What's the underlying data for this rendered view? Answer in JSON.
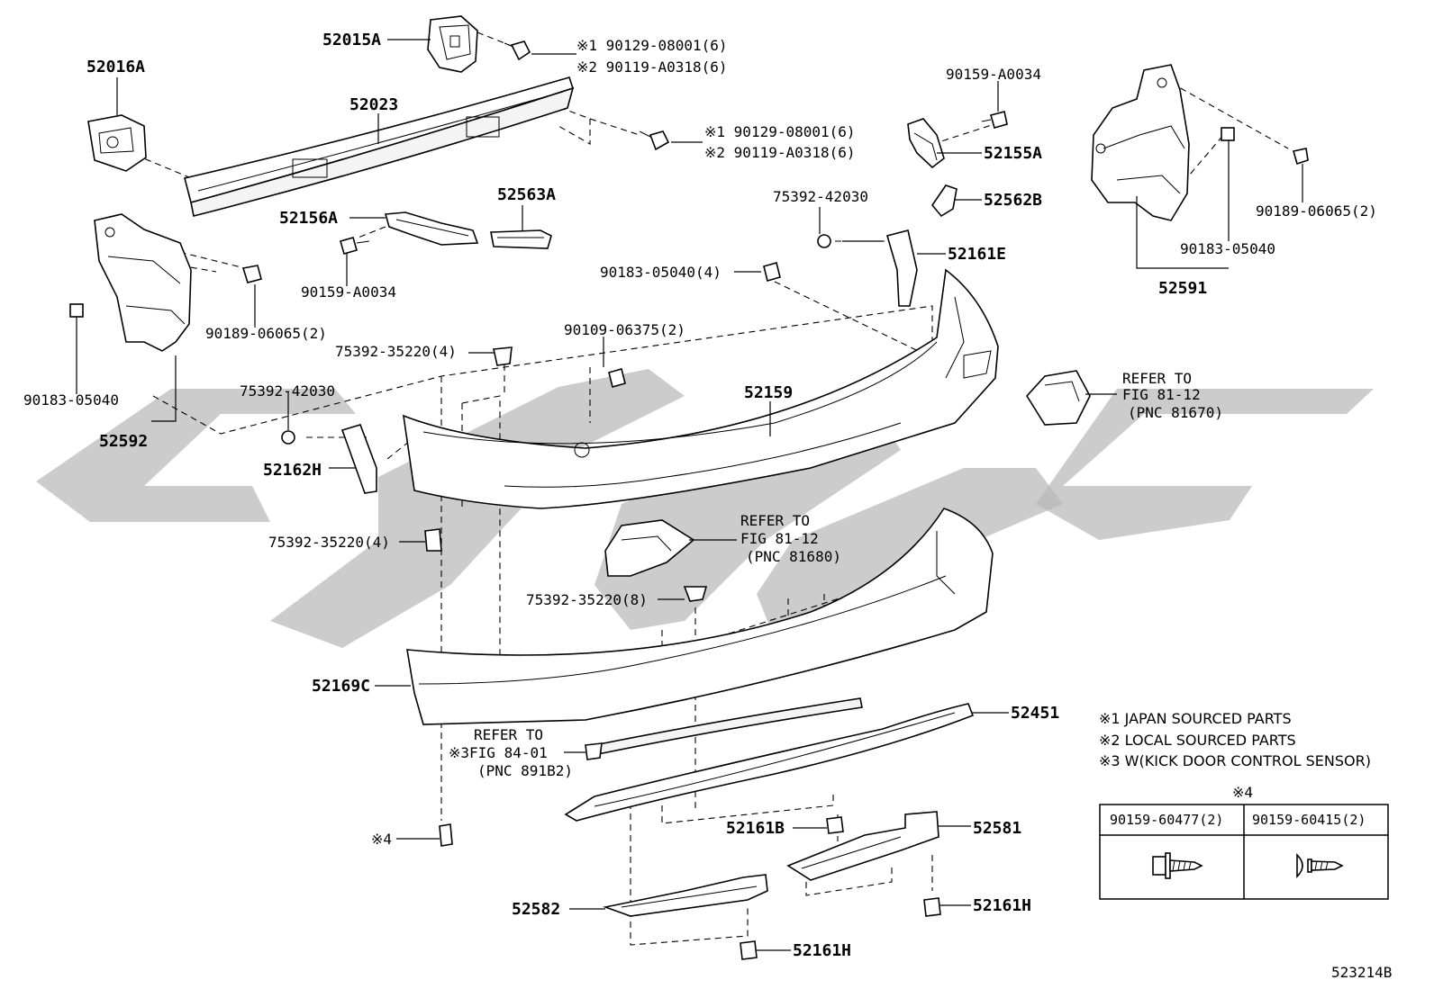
{
  "diagram_id": "523214B",
  "labels": {
    "p52015A": "52015A",
    "p52016A": "52016A",
    "p52023": "52023",
    "p52156A": "52156A",
    "p52563A": "52563A",
    "p52592": "52592",
    "p52591": "52591",
    "p52155A": "52155A",
    "p52562B": "52562B",
    "p52161E": "52161E",
    "p52162H": "52162H",
    "p52159": "52159",
    "p52169C": "52169C",
    "p52451": "52451",
    "p52161B": "52161B",
    "p52581": "52581",
    "p52582": "52582",
    "p52161H_right": "52161H",
    "p52161H_bottom": "52161H"
  },
  "fasteners": {
    "top_bolt_1": "※1 90129-08001(6)",
    "top_bolt_2": "※2 90119-A0318(6)",
    "mid_bolt_1": "※1 90129-08001(6)",
    "mid_bolt_2": "※2 90119-A0318(6)",
    "b90159A0034_right": "90159-A0034",
    "b90159A0034_left": "90159-A0034",
    "b75392_42030_right": "75392-42030",
    "b75392_42030_left": "75392-42030",
    "b90183_05040_4": "90183-05040(4)",
    "b90183_05040_right": "90183-05040",
    "b90183_05040_left": "90183-05040",
    "b90189_06065_right": "90189-06065(2)",
    "b90189_06065_left": "90189-06065(2)",
    "b75392_35220_top": "75392-35220(4)",
    "b75392_35220_mid": "75392-35220(4)",
    "b75392_35220_8": "75392-35220(8)",
    "b90109_06375": "90109-06375(2)",
    "x4": "※4"
  },
  "refers": {
    "r1": [
      "REFER TO",
      "FIG 81-12",
      "(PNC 81670)"
    ],
    "r2": [
      "REFER TO",
      "FIG 81-12",
      "(PNC 81680)"
    ],
    "r3": [
      "REFER TO",
      "※3FIG 84-01",
      "(PNC 891B2)"
    ]
  },
  "notes": [
    "※1 JAPAN SOURCED PARTS",
    "※2 LOCAL SOURCED PARTS",
    "※3 W(KICK DOOR CONTROL SENSOR)"
  ],
  "x4_table": {
    "title": "※4",
    "columns": [
      "90159-60477(2)",
      "90159-60415(2)"
    ],
    "icons": [
      "flange-hex-bolt-icon",
      "pan-head-screw-icon"
    ]
  }
}
